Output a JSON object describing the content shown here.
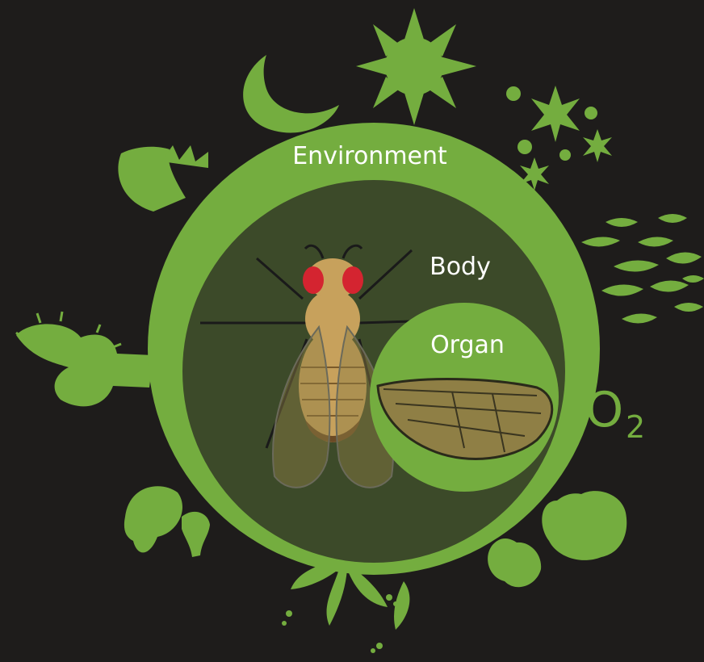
{
  "labels": {
    "environment": "Environment",
    "body": "Body",
    "organ": "Organ",
    "oxygen_main": "O",
    "oxygen_sub": "2"
  },
  "colors": {
    "background": "#1e1c1b",
    "environment_green": "#74ad3f",
    "body_dark_green": "#3c4a29",
    "organ_green": "#74ad3f",
    "fly_body": "#c7a15c",
    "fly_eye": "#d42430",
    "wing_fill": "#8f7f45"
  },
  "icons": [
    "moon-icon",
    "sun-icon",
    "snowflake-icon",
    "raindrop-icon",
    "plant-icon",
    "cactus-icon",
    "mushroom-icon",
    "leaf-icon",
    "fruit-icon",
    "fly-icon",
    "wing-icon"
  ]
}
